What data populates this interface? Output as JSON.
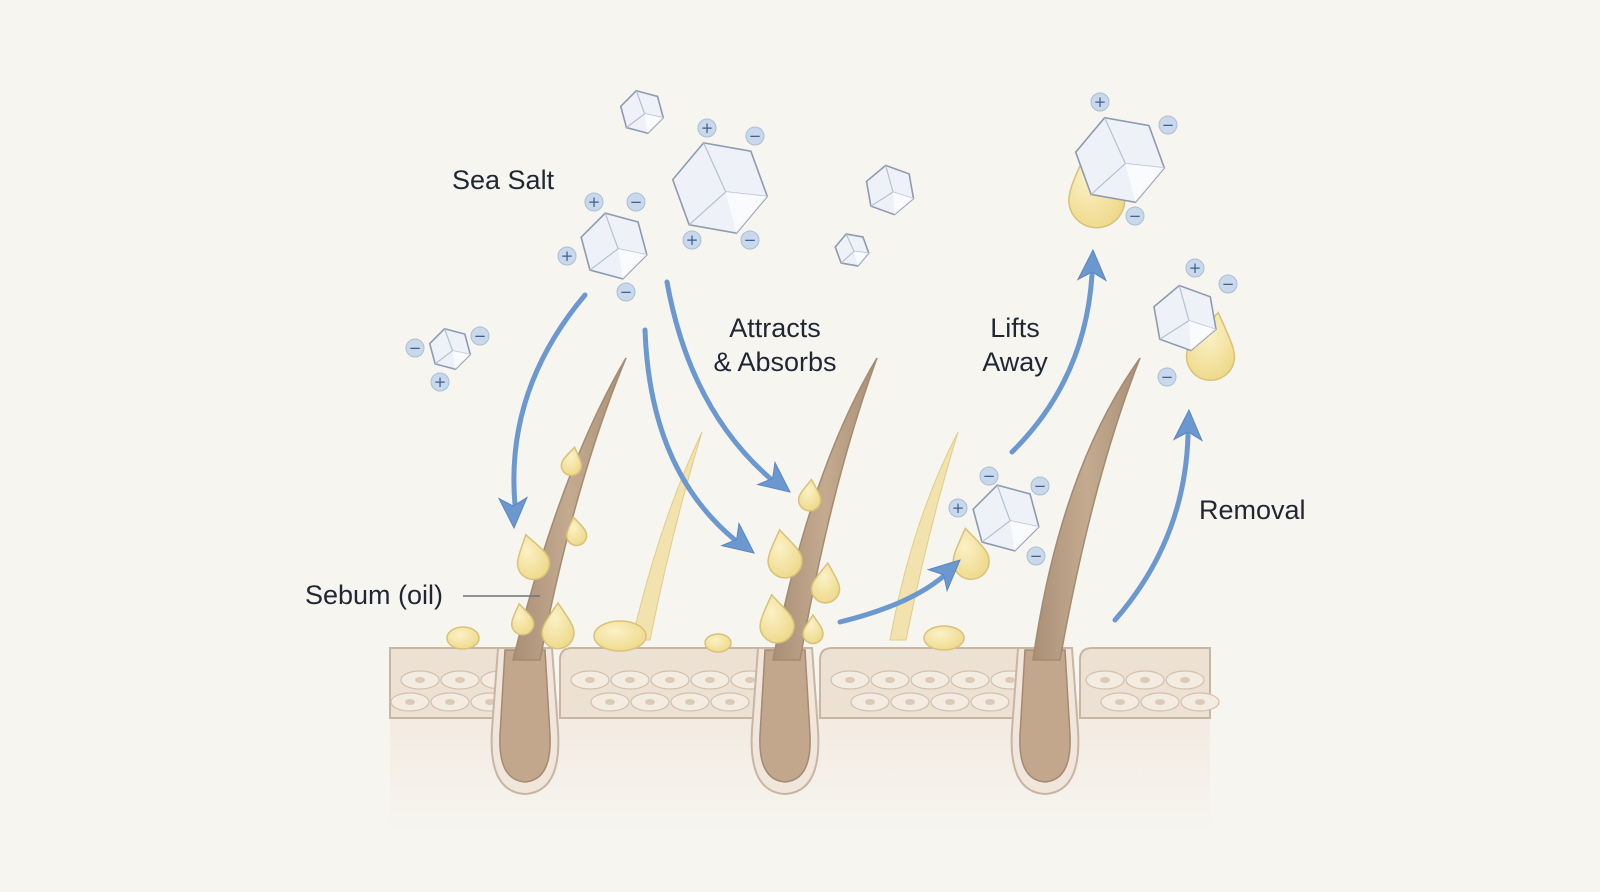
{
  "labels": {
    "sea_salt": "Sea Salt",
    "attracts_line1": "Attracts",
    "attracts_line2": "& Absorbs",
    "lifts_line1": "Lifts",
    "lifts_line2": "Away",
    "removal": "Removal",
    "sebum": "Sebum (oil)"
  },
  "colors": {
    "background": "#f6f5f0",
    "arrow": "#6b98d0",
    "sebum": "#f4e3a0",
    "hair": "#b89e82",
    "skin": "#ede1d4",
    "crystal": "#eef2f8",
    "charge": "#c9d8eb"
  },
  "charge_symbols": {
    "positive": "+",
    "negative": "−"
  }
}
